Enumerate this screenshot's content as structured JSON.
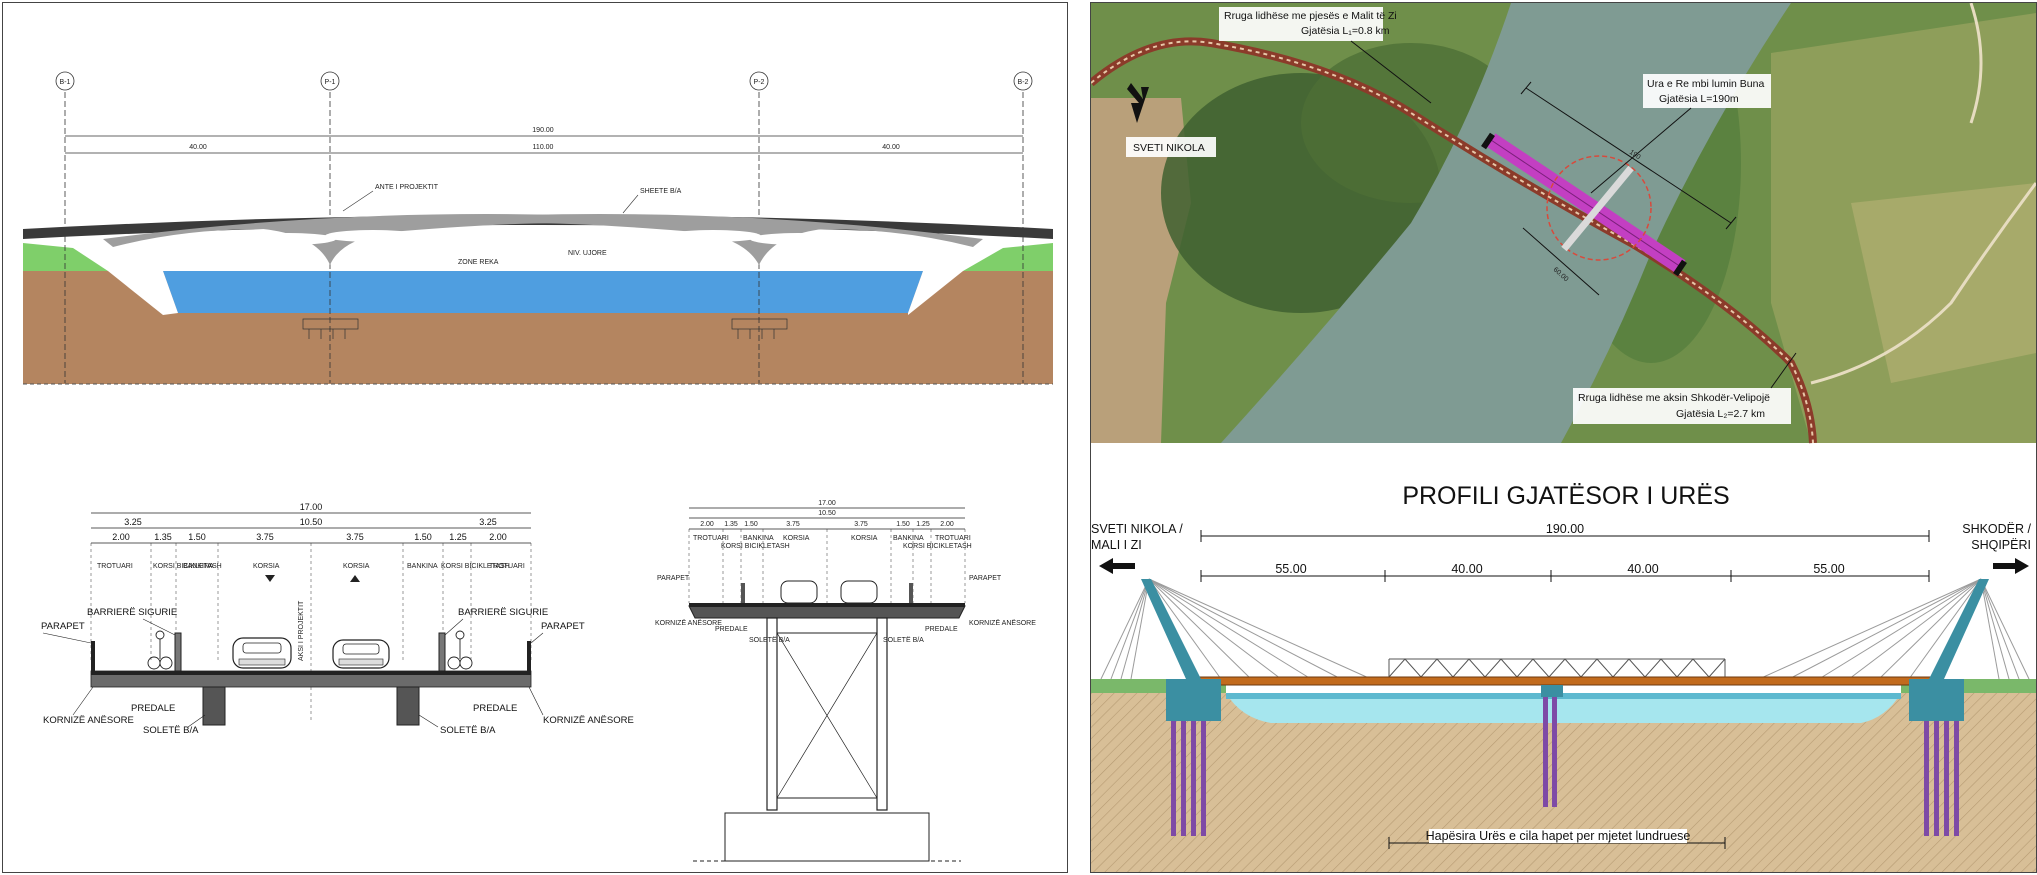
{
  "elevation": {
    "axes": [
      "B-1",
      "P-1",
      "P-2",
      "B-2"
    ],
    "total_length_label": "190.00",
    "span_labels": [
      "40.00",
      "110.00",
      "40.00"
    ],
    "annotations": [
      "ANTE I PROJEKTIT",
      "SHEETE B/A",
      "ZONE REKA",
      "NIV. UJORE"
    ]
  },
  "cross_section": {
    "total_width": "17.00",
    "sub_widths": [
      "3.25",
      "10.50",
      "3.25"
    ],
    "lane_widths": [
      "2.00",
      "1.35",
      "1.50",
      "3.75",
      "3.75",
      "1.50",
      "1.25",
      "2.00"
    ],
    "zone_labels": [
      "TROTUARI",
      "KORSI BICIKLETASH",
      "BANKINA",
      "KORSIA",
      "KORSIA",
      "BANKINA",
      "KORSI BICIKLETASH",
      "TROTUARI"
    ],
    "axis_label": "AKSI I PROJEKTIT",
    "side_labels": [
      "PARAPET",
      "BARRIERË SIGURIE",
      "BARRIERË SIGURIE",
      "PARAPET"
    ],
    "bottom_labels": [
      "KORNIZË ANËSORE",
      "PREDALE",
      "SOLETË B/A",
      "SOLETË B/A",
      "PREDALE",
      "KORNIZË ANËSORE"
    ]
  },
  "pier_section": {
    "total_width": "17.00",
    "sub_width": "10.50",
    "dims": [
      "2.00",
      "1.35",
      "1.50",
      "3.75",
      "3.75",
      "1.50",
      "1.25",
      "2.00"
    ],
    "labels": [
      "TROTUARI",
      "KORSI BICIKLETASH",
      "BANKINA",
      "KORSIA",
      "KORSIA",
      "BANKINA",
      "KORSI BICIKLETASH",
      "TROTUARI"
    ],
    "side_labels": [
      "PARAPET",
      "KORNIZË ANËSORE",
      "PREDALE",
      "PARAPET",
      "KORNIZË ANËSORE",
      "PREDALE"
    ],
    "small_labels": [
      "SOLETË B/A",
      "SOLETË B/A"
    ]
  },
  "map": {
    "road1_title": "Rruga lidhëse me pjesës e Malit të Zi",
    "road1_length": "Gjatësia L₁=0.8 km",
    "bridge_title": "Ura e Re mbi lumin Buna",
    "bridge_length": "Gjatësia L=190m",
    "place_label": "SVETI NIKOLA",
    "road2_title": "Rruga lidhëse me aksin Shkodër-Velipojë",
    "road2_length": "Gjatësia L₂=2.7 km",
    "dim1": "190",
    "dim2": "60.00"
  },
  "profile": {
    "title": "PROFILI GJATËSOR I URËS",
    "left_label_line1": "SVETI NIKOLA /",
    "left_label_line2": "MALI I ZI",
    "right_label_line1": "SHKODËR /",
    "right_label_line2": "SHQIPËRI",
    "total": "190.00",
    "spans": [
      "55.00",
      "40.00",
      "40.00",
      "55.00"
    ],
    "navigation_note": "Hapësira Urës e cila hapet per mjetet lundruese"
  },
  "colors": {
    "water": "#3f93d9",
    "soil": "#c4a07a",
    "grass": "#7ab86a",
    "deck_orange": "#c26b1d",
    "pylon_teal": "#3b8fa2",
    "piles_purple": "#7e4aa6",
    "bridge_magenta": "#c33fc2"
  }
}
